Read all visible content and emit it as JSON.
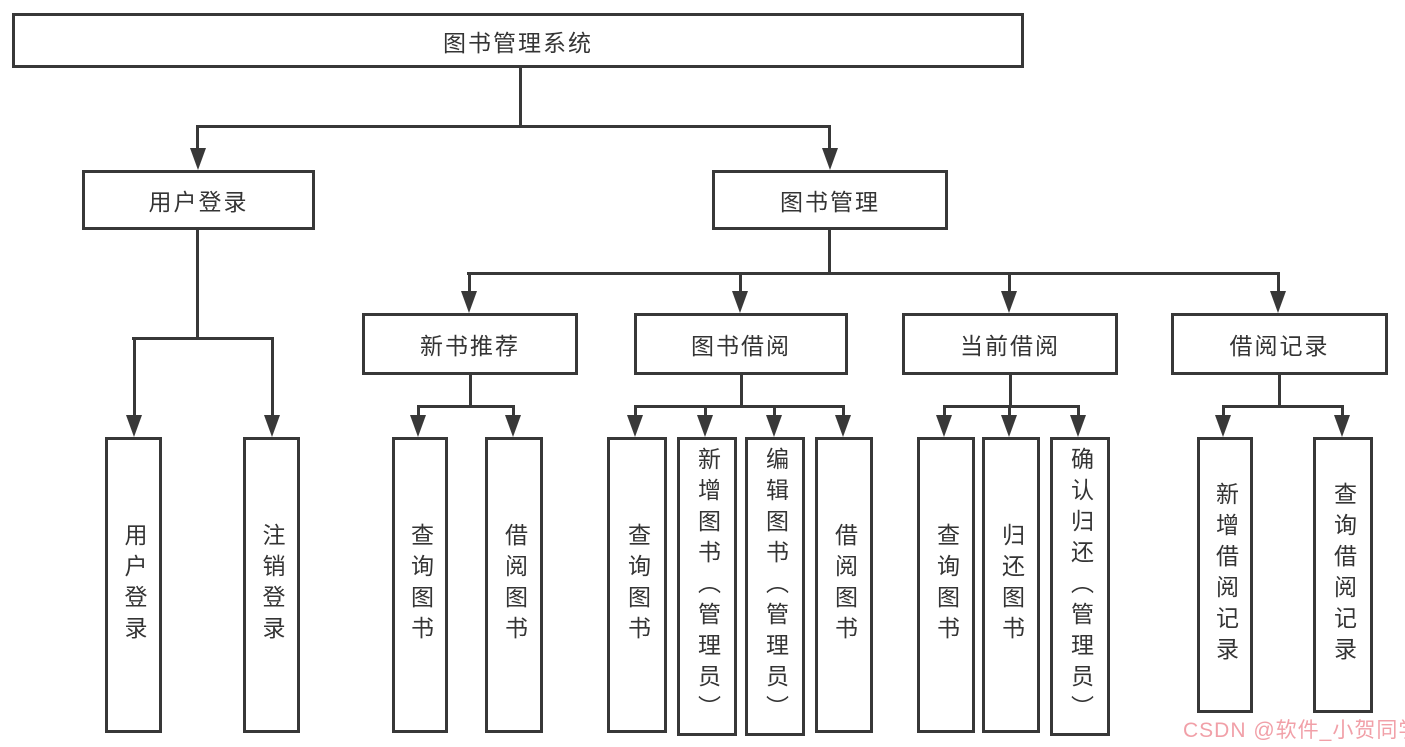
{
  "tree": {
    "root": {
      "label": "图书管理系统",
      "children": [
        {
          "label": "用户登录",
          "children": [
            {
              "label": "用户登录"
            },
            {
              "label": "注销登录"
            }
          ]
        },
        {
          "label": "图书管理",
          "children": [
            {
              "label": "新书推荐",
              "children": [
                {
                  "label": "查询图书"
                },
                {
                  "label": "借阅图书"
                }
              ]
            },
            {
              "label": "图书借阅",
              "children": [
                {
                  "label": "查询图书"
                },
                {
                  "label": "新增图书（管理员）"
                },
                {
                  "label": "编辑图书（管理员）"
                },
                {
                  "label": "借阅图书"
                }
              ]
            },
            {
              "label": "当前借阅",
              "children": [
                {
                  "label": "查询图书"
                },
                {
                  "label": "归还图书"
                },
                {
                  "label": "确认归还（管理员）"
                }
              ]
            },
            {
              "label": "借阅记录",
              "children": [
                {
                  "label": "新增借阅记录"
                },
                {
                  "label": "查询借阅记录"
                }
              ]
            }
          ]
        }
      ]
    }
  },
  "watermark": {
    "text": "CSDN @软件_小贺同学",
    "color": "#f1a0a8"
  },
  "colors": {
    "line": "#383838",
    "text": "#343434",
    "background": "#ffffff"
  }
}
